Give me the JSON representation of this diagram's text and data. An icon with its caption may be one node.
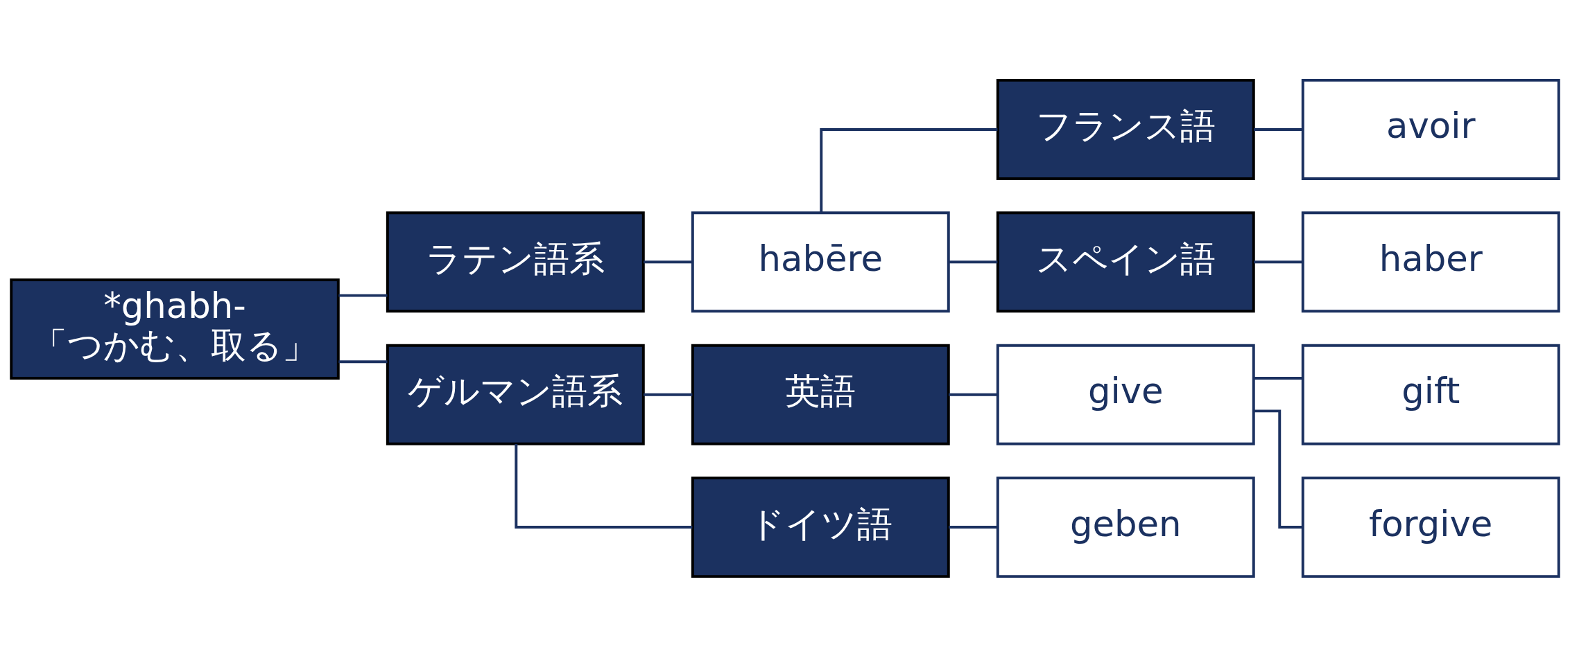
{
  "diagram": {
    "nodes": [
      {
        "text": [
          "*ghabh-",
          "「つかむ、取る」"
        ]
      },
      {
        "text": [
          "ラテン語系"
        ]
      },
      {
        "text": [
          "habēre"
        ]
      },
      {
        "text": [
          "フランス語"
        ]
      },
      {
        "text": [
          "avoir"
        ]
      },
      {
        "text": [
          "スペイン語"
        ]
      },
      {
        "text": [
          "haber"
        ]
      },
      {
        "text": [
          "ゲルマン語系"
        ]
      },
      {
        "text": [
          "英語"
        ]
      },
      {
        "text": [
          "give"
        ]
      },
      {
        "text": [
          "gift"
        ]
      },
      {
        "text": [
          "forgive"
        ]
      },
      {
        "text": [
          "ドイツ語"
        ]
      },
      {
        "text": [
          "geben"
        ]
      }
    ],
    "edges": [
      {
        "from": 0,
        "to": 1,
        "arrow": "none"
      },
      {
        "from": 1,
        "to": 2,
        "arrow": "none"
      },
      {
        "from": 2,
        "to": 3,
        "arrow": "none"
      },
      {
        "from": 3,
        "to": 4,
        "arrow": "none"
      },
      {
        "from": 2,
        "to": 5,
        "arrow": "none"
      },
      {
        "from": 5,
        "to": 6,
        "arrow": "none"
      },
      {
        "from": 0,
        "to": 7,
        "arrow": "none"
      },
      {
        "from": 7,
        "to": 8,
        "arrow": "none"
      },
      {
        "from": 8,
        "to": 9,
        "arrow": "none"
      },
      {
        "from": 9,
        "to": 10,
        "arrow": "none"
      },
      {
        "from": 9,
        "to": 11,
        "arrow": "none"
      },
      {
        "from": 7,
        "to": 12,
        "arrow": "none"
      },
      {
        "from": 12,
        "to": 13,
        "arrow": "none"
      }
    ]
  }
}
